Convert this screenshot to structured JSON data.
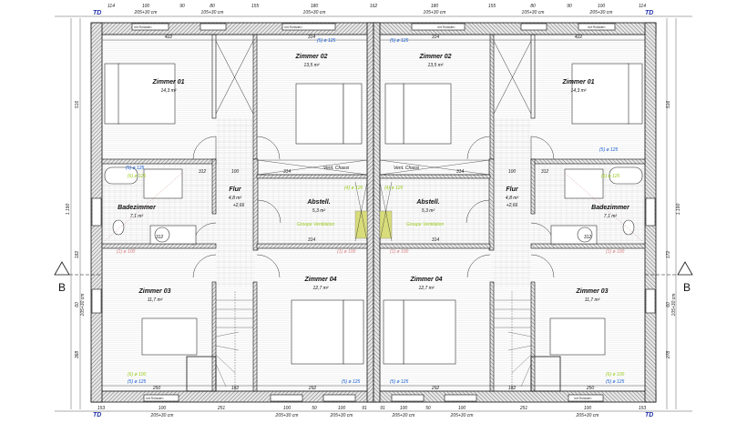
{
  "plan": {
    "section_marker": "B",
    "td_marker": "TD",
    "window_note": "mit Rolladen",
    "rooms_left": [
      {
        "name": "Zimmer 01",
        "area": "14,3 m²"
      },
      {
        "name": "Zimmer 02",
        "area": "13,5 m²"
      },
      {
        "name": "Badezimmer",
        "area": "7,1 m²"
      },
      {
        "name": "Flur",
        "area": "4,8 m²",
        "level": "+2,66"
      },
      {
        "name": "Abstell.",
        "area": "5,3 m²"
      },
      {
        "name": "Zimmer 03",
        "area": "11,7 m²"
      },
      {
        "name": "Zimmer 04",
        "area": "12,7 m²"
      }
    ],
    "rooms_right": [
      {
        "name": "Zimmer 01",
        "area": "14,3 m²"
      },
      {
        "name": "Zimmer 02",
        "area": "13,5 m²"
      },
      {
        "name": "Badezimmer",
        "area": "7,1 m²"
      },
      {
        "name": "Flur",
        "area": "4,8 m²",
        "level": "+2,66"
      },
      {
        "name": "Abstell.",
        "area": "5,3 m²"
      },
      {
        "name": "Zimmer 03",
        "area": "11,7 m²"
      },
      {
        "name": "Zimmer 04",
        "area": "12,7 m²"
      }
    ],
    "ventilation": {
      "vent5": "(5) ø 125",
      "vent6": "(6) ø 125",
      "vent4": "(4) ø 125",
      "vent1": "(1) ø 100",
      "vent6b": "(6) ø 100",
      "group": "Groupe Ventilation",
      "chase": "Vent. Chassi"
    },
    "dims_top": [
      "114",
      "100",
      "90",
      "80",
      "155",
      "180",
      "162",
      "180",
      "155",
      "80",
      "90",
      "100",
      "114"
    ],
    "dims_top_sub": [
      "205+30 cm",
      "105+30 cm",
      "105+30 cm",
      "105+30 cm",
      "105+30 cm",
      "205+30 cm"
    ],
    "dims_bottom": [
      "153",
      "100",
      "251",
      "100",
      "50",
      "100",
      "91",
      "91",
      "100",
      "50",
      "100",
      "251",
      "100",
      "153"
    ],
    "dims_bottom_sub": [
      "205+30 cm",
      "205+30 cm",
      "205+30 cm",
      "205+30 cm",
      "205+30 cm",
      "205+30 cm"
    ],
    "dims_left": [
      "516",
      "1.190",
      "182",
      "60",
      "105+30 cm",
      "368"
    ],
    "dims_right": [
      "516",
      "1.190",
      "172",
      "60",
      "105+30 cm",
      "278"
    ],
    "inner_dims": [
      "422",
      "314",
      "314",
      "422",
      "312",
      "312",
      "312",
      "312",
      "314",
      "314",
      "314",
      "314",
      "100",
      "100",
      "250",
      "250",
      "182",
      "182",
      "292",
      "292"
    ]
  }
}
